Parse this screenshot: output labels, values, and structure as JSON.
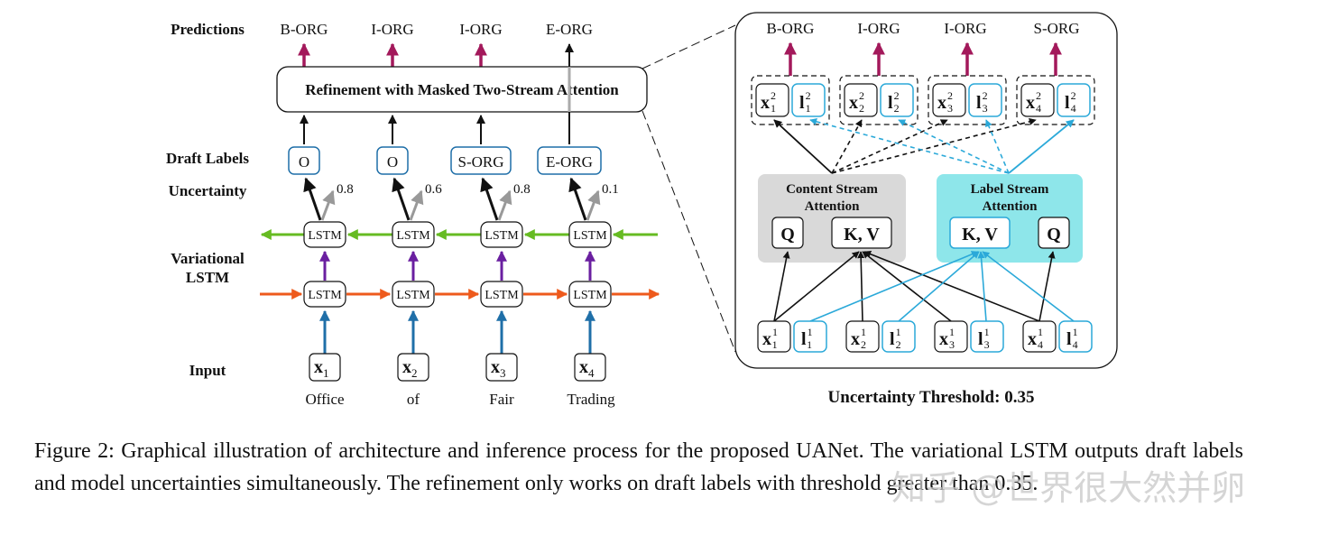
{
  "left": {
    "row_labels": {
      "predictions": "Predictions",
      "draft_labels": "Draft Labels",
      "uncertainty": "Uncertainty",
      "variational_1": "Variational",
      "variational_2": "LSTM",
      "input": "Input"
    },
    "predictions": [
      "B-ORG",
      "I-ORG",
      "I-ORG",
      "E-ORG"
    ],
    "refinement_label": "Refinement with Masked Two-Stream  Attention",
    "draft_labels": [
      "O",
      "O",
      "S-ORG",
      "E-ORG"
    ],
    "uncertainties": [
      "0.8",
      "0.6",
      "0.8",
      "0.1"
    ],
    "lstm_label": "LSTM",
    "inputs": [
      {
        "sym": "x",
        "sub": "1"
      },
      {
        "sym": "x",
        "sub": "2"
      },
      {
        "sym": "x",
        "sub": "3"
      },
      {
        "sym": "x",
        "sub": "4"
      }
    ],
    "words": [
      "Office",
      "of",
      "Fair",
      "Trading"
    ]
  },
  "right": {
    "predictions": [
      "B-ORG",
      "I-ORG",
      "I-ORG",
      "S-ORG"
    ],
    "top_pairs": [
      {
        "x": "x",
        "xs": "1",
        "l": "l",
        "ls": "1",
        "sup": "2"
      },
      {
        "x": "x",
        "xs": "2",
        "l": "l",
        "ls": "2",
        "sup": "2"
      },
      {
        "x": "x",
        "xs": "3",
        "l": "l",
        "ls": "3",
        "sup": "2"
      },
      {
        "x": "x",
        "xs": "4",
        "l": "l",
        "ls": "4",
        "sup": "2"
      }
    ],
    "content_stream": {
      "title_1": "Content Stream",
      "title_2": "Attention",
      "q": "Q",
      "kv": "K, V"
    },
    "label_stream": {
      "title_1": "Label Stream",
      "title_2": "Attention",
      "kv": "K, V",
      "q": "Q"
    },
    "bottom_pairs": [
      {
        "x": "x",
        "xs": "1",
        "l": "l",
        "ls": "1",
        "sup": "1"
      },
      {
        "x": "x",
        "xs": "2",
        "l": "l",
        "ls": "2",
        "sup": "1"
      },
      {
        "x": "x",
        "xs": "3",
        "l": "l",
        "ls": "3",
        "sup": "1"
      },
      {
        "x": "x",
        "xs": "4",
        "l": "l",
        "ls": "4",
        "sup": "1"
      }
    ],
    "threshold_label": "Uncertainty Threshold: 0.35"
  },
  "caption": "Figure 2: Graphical illustration of architecture and inference process for the proposed UANet. The variational LSTM outputs draft labels and model uncertainties simultaneously. The refinement only works on draft labels with threshold greater than 0.35.",
  "watermark": "知乎 @世界很大然并卵",
  "colors": {
    "prediction_arrow": "#a3195b",
    "green_arrow": "#66bb22",
    "orange_arrow": "#ee5a1c",
    "purple_arrow": "#6a1fa0",
    "input_arrow": "#1f6fa8",
    "label_blue": "#2ba9d9",
    "content_panel": "#d9d9d9",
    "label_panel": "#8ee6ea"
  }
}
